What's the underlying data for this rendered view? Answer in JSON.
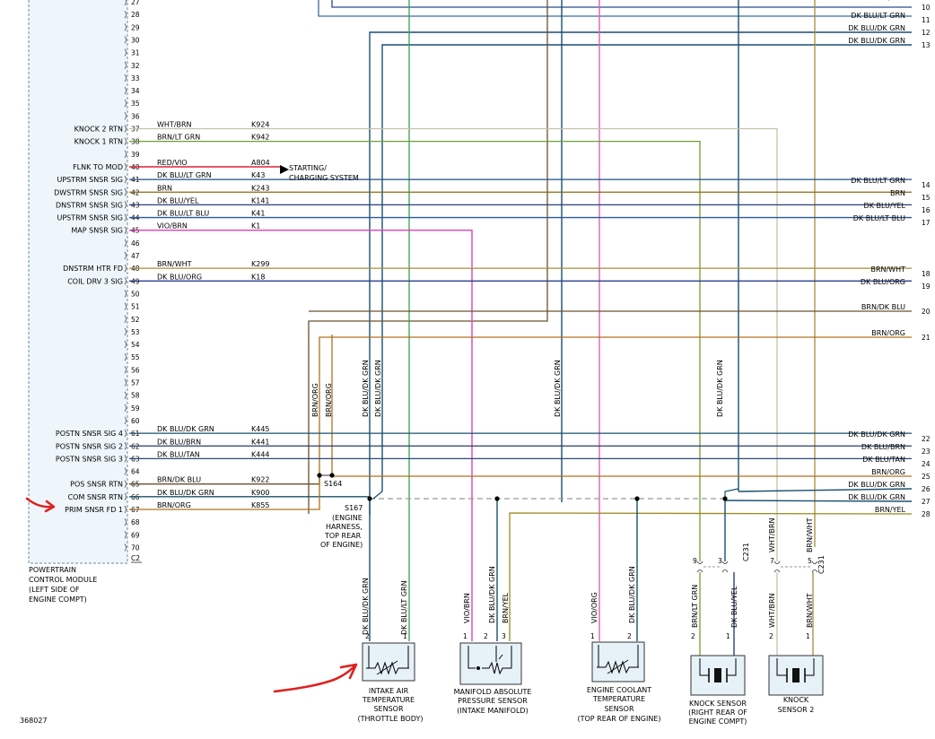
{
  "diagram_id": "368027",
  "pcm": {
    "label_lines": [
      "POWERTRAIN",
      "CONTROL MODULE",
      "(LEFT SIDE OF",
      "ENGINE COMPT)"
    ],
    "connector": "C2",
    "first_pin": "27"
  },
  "colors": {
    "dk_blu_dk_grn": "#1a4f6e",
    "dk_blu_lt_grn": "#1f4e8c",
    "dk_blu_org": "#2b3f8e",
    "dk_blu_brn": "#2a3a6e",
    "dk_blu_tan": "#2a4a7a",
    "dk_blu_yel": "#2d3f7a",
    "dk_blu_lt_blu": "#2757a6",
    "brn": "#8a6a10",
    "brn_wht": "#a88c3a",
    "brn_org": "#b07020",
    "brn_dk_blu": "#6a5030",
    "brn_yel": "#9a8a20",
    "brn_lt_grn": "#6fa030",
    "red_vio": "#e0203a",
    "vio_brn": "#e040c0",
    "vio_org": "#e060b0",
    "wht_brn": "#c8c0a8",
    "dk_blu_grn": "#1f6a5a",
    "lt_grn": "#3aa04a",
    "splice_dash": "#999999",
    "marker": "#e02020",
    "pcm_fill": "#eef6fb"
  },
  "pins": [
    "27",
    "28",
    "29",
    "30",
    "31",
    "32",
    "33",
    "34",
    "35",
    "36",
    "37",
    "38",
    "39",
    "40",
    "41",
    "42",
    "43",
    "44",
    "45",
    "46",
    "47",
    "48",
    "49",
    "50",
    "51",
    "52",
    "53",
    "54",
    "55",
    "56",
    "57",
    "58",
    "59",
    "60",
    "61",
    "62",
    "63",
    "64",
    "65",
    "66",
    "67",
    "68",
    "69",
    "70"
  ],
  "circuits": [
    {
      "pin": "37",
      "name": "KNOCK 2 RTN",
      "wire": "WHT/BRN",
      "code": "K924"
    },
    {
      "pin": "38",
      "name": "KNOCK 1 RTN",
      "wire": "BRN/LT GRN",
      "code": "K942"
    },
    {
      "pin": "40",
      "name": "FLNK TO MOD",
      "wire": "RED/VIO",
      "code": "A804"
    },
    {
      "pin": "41",
      "name": "UPSTRM SNSR SIG",
      "wire": "DK BLU/LT GRN",
      "code": "K43"
    },
    {
      "pin": "42",
      "name": "DWSTRM SNSR SIG",
      "wire": "BRN",
      "code": "K243"
    },
    {
      "pin": "43",
      "name": "DNSTRM SNSR SIG",
      "wire": "DK BLU/YEL",
      "code": "K141"
    },
    {
      "pin": "44",
      "name": "UPSTRM SNSR SIG",
      "wire": "DK BLU/LT BLU",
      "code": "K41"
    },
    {
      "pin": "45",
      "name": "MAP SNSR SIG",
      "wire": "VIO/BRN",
      "code": "K1"
    },
    {
      "pin": "48",
      "name": "DNSTRM HTR FD",
      "wire": "BRN/WHT",
      "code": "K299"
    },
    {
      "pin": "49",
      "name": "COIL DRV 3 SIG",
      "wire": "DK BLU/ORG",
      "code": "K18"
    },
    {
      "pin": "61",
      "name": "POSTN SNSR SIG 4",
      "wire": "DK BLU/DK GRN",
      "code": "K445"
    },
    {
      "pin": "62",
      "name": "POSTN SNSR SIG 2",
      "wire": "DK BLU/BRN",
      "code": "K441"
    },
    {
      "pin": "63",
      "name": "POSTN SNSR SIG 3",
      "wire": "DK BLU/TAN",
      "code": "K444"
    },
    {
      "pin": "65",
      "name": "POS SNSR RTN",
      "wire": "BRN/DK BLU",
      "code": "K922"
    },
    {
      "pin": "66",
      "name": "COM SNSR RTN",
      "wire": "DK BLU/DK GRN",
      "code": "K900"
    },
    {
      "pin": "67",
      "name": "PRIM SNSR FD 1",
      "wire": "BRN/ORG",
      "code": "K855"
    }
  ],
  "starting_note": [
    "STARTING/",
    "CHARGING SYSTEM"
  ],
  "right_wires": [
    {
      "label": "DK BLU/GRY",
      "num": ""
    },
    {
      "label": "",
      "num": "10"
    },
    {
      "label": "DK BLU/LT GRN",
      "num": "11"
    },
    {
      "label": "DK BLU/DK GRN",
      "num": "12"
    },
    {
      "label": "DK BLU/DK GRN",
      "num": "13"
    },
    {
      "label": "DK BLU/LT GRN",
      "num": "14"
    },
    {
      "label": "BRN",
      "num": "15"
    },
    {
      "label": "DK BLU/YEL",
      "num": "16"
    },
    {
      "label": "DK BLU/LT BLU",
      "num": "17"
    },
    {
      "label": "BRN/WHT",
      "num": "18"
    },
    {
      "label": "DK BLU/ORG",
      "num": "19"
    },
    {
      "label": "BRN/DK BLU",
      "num": "20"
    },
    {
      "label": "BRN/ORG",
      "num": "21"
    },
    {
      "label": "DK BLU/DK GRN",
      "num": "22"
    },
    {
      "label": "DK BLU/BRN",
      "num": "23"
    },
    {
      "label": "DK BLU/TAN",
      "num": "24"
    },
    {
      "label": "BRN/ORG",
      "num": "25"
    },
    {
      "label": "DK BLU/DK GRN",
      "num": "26"
    },
    {
      "label": "DK BLU/DK GRN",
      "num": "27"
    },
    {
      "label": "BRN/YEL",
      "num": "28"
    }
  ],
  "splices": {
    "s164": "S164",
    "s167": "S167",
    "s167_desc": [
      "(ENGINE",
      "HARNESS,",
      "TOP REAR",
      "OF ENGINE)"
    ]
  },
  "vertical_labels": {
    "brn_org": "BRN/ORG",
    "dk_blu_dk_grn": "DK BLU/DK GRN",
    "dk_blu_lt_grn": "DK BLU/LT GRN",
    "vio_brn": "VIO/BRN",
    "brn_yel": "BRN/YEL",
    "vio_org": "VIO/ORG",
    "brn_lt_grn": "BRN/LT GRN",
    "dk_blu_yel": "DK BLU/YEL",
    "wht_brn": "WHT/BRN",
    "brn_wht": "BRN/WHT",
    "c231": "C231"
  },
  "connector_pins": [
    "1",
    "2",
    "3",
    "7",
    "9",
    "5"
  ],
  "sensors": [
    {
      "id": "iat",
      "lines": [
        "INTAKE AIR",
        "TEMPERATURE",
        "SENSOR",
        "(THROTTLE BODY)"
      ]
    },
    {
      "id": "map",
      "lines": [
        "MANIFOLD ABSOLUTE",
        "PRESSURE SENSOR",
        "(INTAKE MANIFOLD)"
      ]
    },
    {
      "id": "ect",
      "lines": [
        "ENGINE COOLANT",
        "TEMPERATURE",
        "SENSOR",
        "(TOP REAR OF ENGINE)"
      ]
    },
    {
      "id": "knock1",
      "lines": [
        "KNOCK SENSOR",
        "(RIGHT REAR OF",
        "ENGINE COMPT)"
      ]
    },
    {
      "id": "knock2",
      "lines": [
        "KNOCK",
        "SENSOR 2"
      ]
    }
  ]
}
